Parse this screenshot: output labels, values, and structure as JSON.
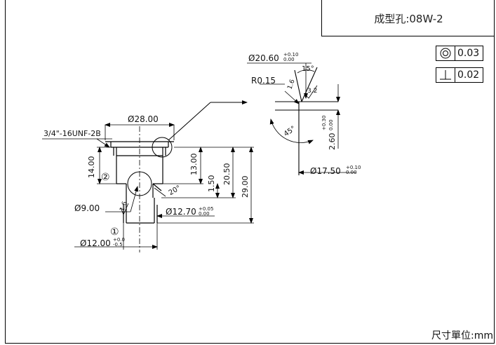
{
  "title_block": {
    "hole_name": "成型孔:08W-2"
  },
  "tolerance_frames": [
    {
      "symbol": "concentricity-icon",
      "value": "0.03"
    },
    {
      "symbol": "perpendicularity-icon",
      "value": "0.02"
    }
  ],
  "unit_note": "尺寸單位:mm",
  "dims_main": {
    "dia28": "Ø28.00",
    "thread": "3/4\"-16UNF-2B",
    "h14": "14.00",
    "h13": "13.00",
    "h1_5": "1.50",
    "h20_5": "20.50",
    "h29": "29.00",
    "dia9": "Ø9.00",
    "dia12_70": "Ø12.70",
    "dia12_70_tol_up": "+0.05",
    "dia12_70_tol_lo": "0.00",
    "dia12_00": "Ø12.00",
    "dia12_00_tol_up": "+0.0",
    "dia12_00_tol_lo": "-0.5",
    "angle20": "20°",
    "ra": "1.6",
    "mark1": "①",
    "mark2": "②"
  },
  "dims_detail": {
    "dia20_60": "Ø20.60",
    "dia20_60_tol_up": "+0.10",
    "dia20_60_tol_lo": "0.00",
    "radius": "R0.15",
    "angle15": "15°",
    "ra16": "1.6",
    "ra32": "3.2",
    "angle45": "45°",
    "depth": "2.60",
    "depth_tol_up": "+0.30",
    "depth_tol_lo": "0.00",
    "dia17_50": "Ø17.50",
    "dia17_50_tol_up": "+0.10",
    "dia17_50_tol_lo": "0.00"
  }
}
